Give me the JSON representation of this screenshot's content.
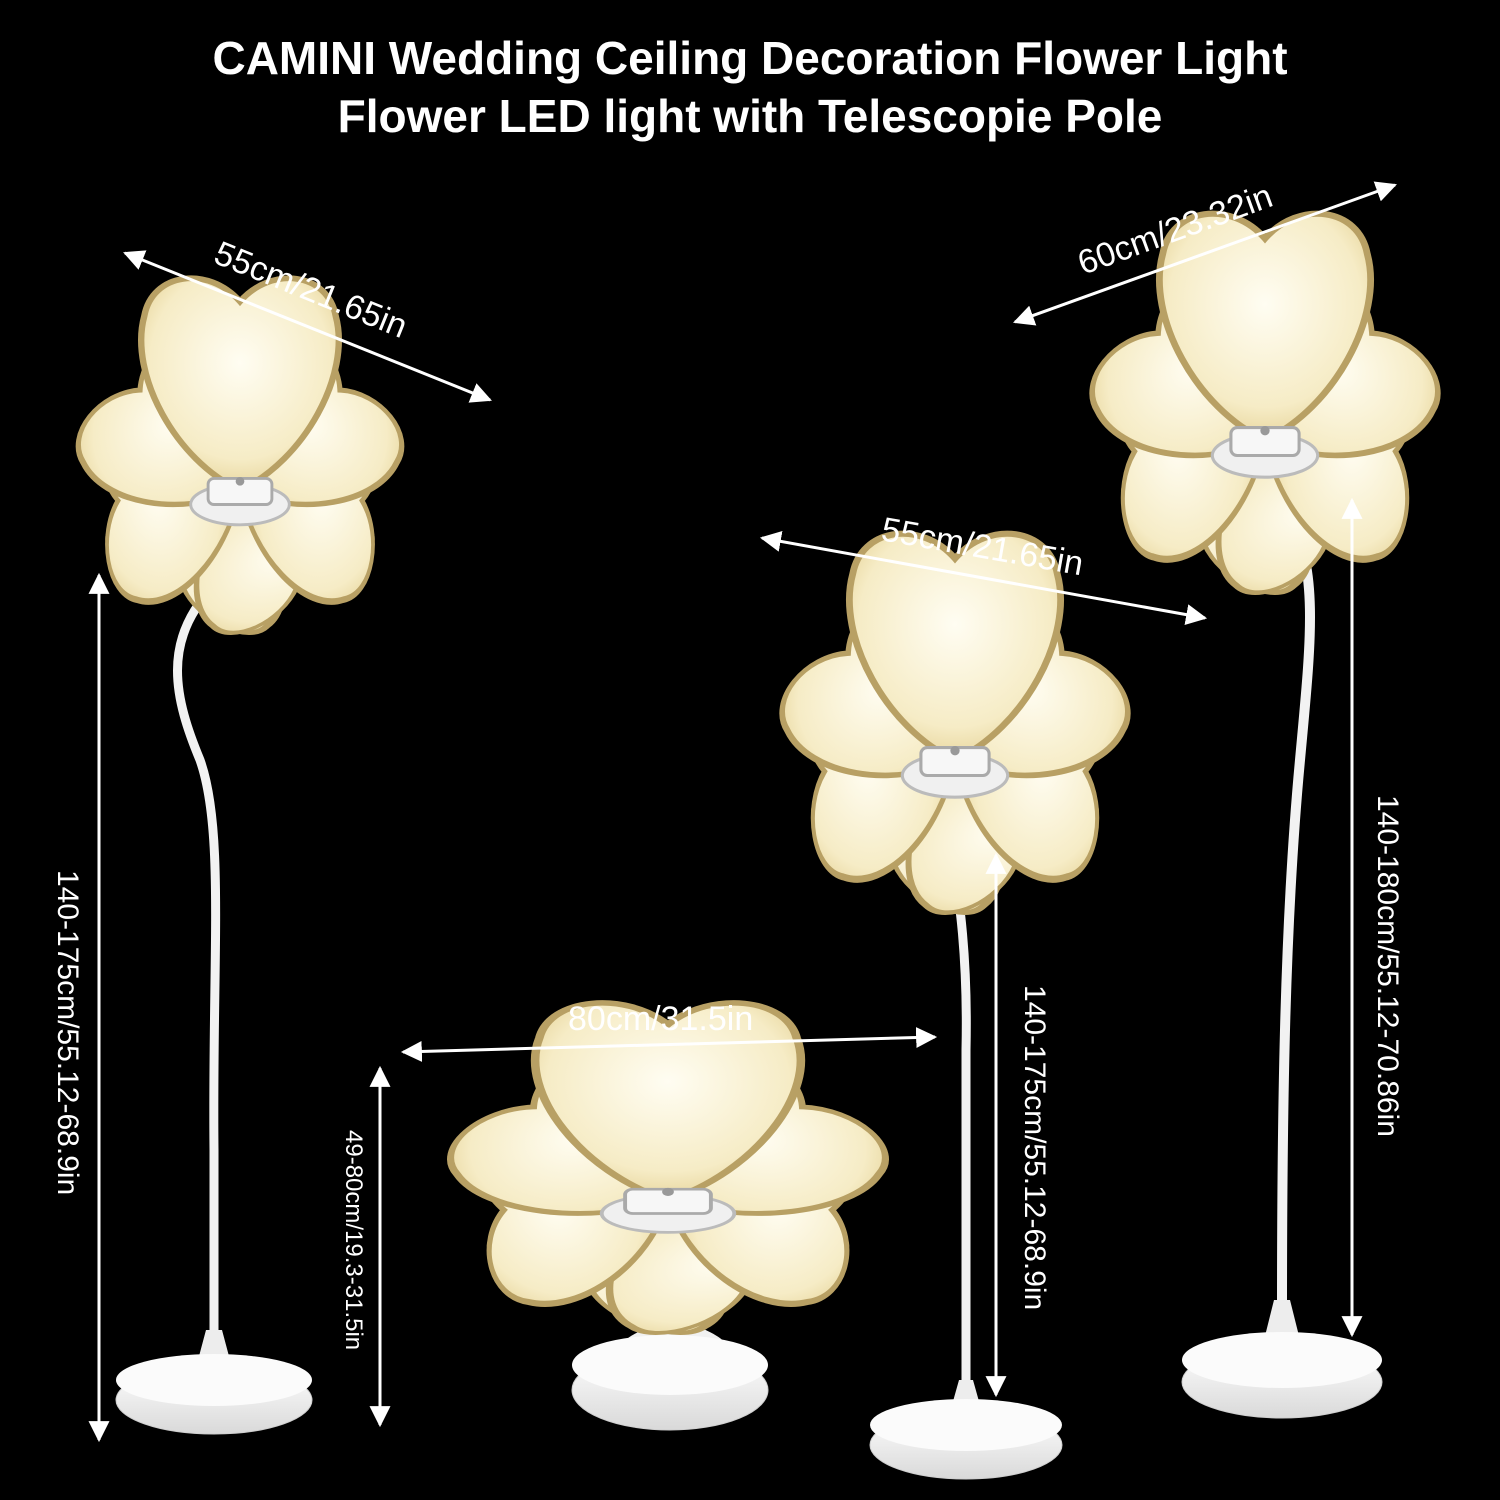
{
  "title": {
    "line1": "CAMINI Wedding Ceiling Decoration Flower Light",
    "line2": "Flower LED light with Telescopie Pole"
  },
  "lamps": [
    {
      "width_label": "55cm/21.65in",
      "height_label": "140-175cm/55.12-68.9in"
    },
    {
      "width_label": "55cm/21.65in",
      "height_label": "140-175cm/55.12-68.9in"
    },
    {
      "width_label": "60cm/23.32in",
      "height_label": "140-180cm/55.12-70.86in"
    },
    {
      "width_label": "80cm/31.5in",
      "height_label": "49-80cm/19.3-31.5in"
    }
  ],
  "colors": {
    "background": "#000000",
    "petal": "#f6ecc6",
    "petal_edge": "#b8a064",
    "stand": "#f2f2f2",
    "text": "#ffffff"
  }
}
